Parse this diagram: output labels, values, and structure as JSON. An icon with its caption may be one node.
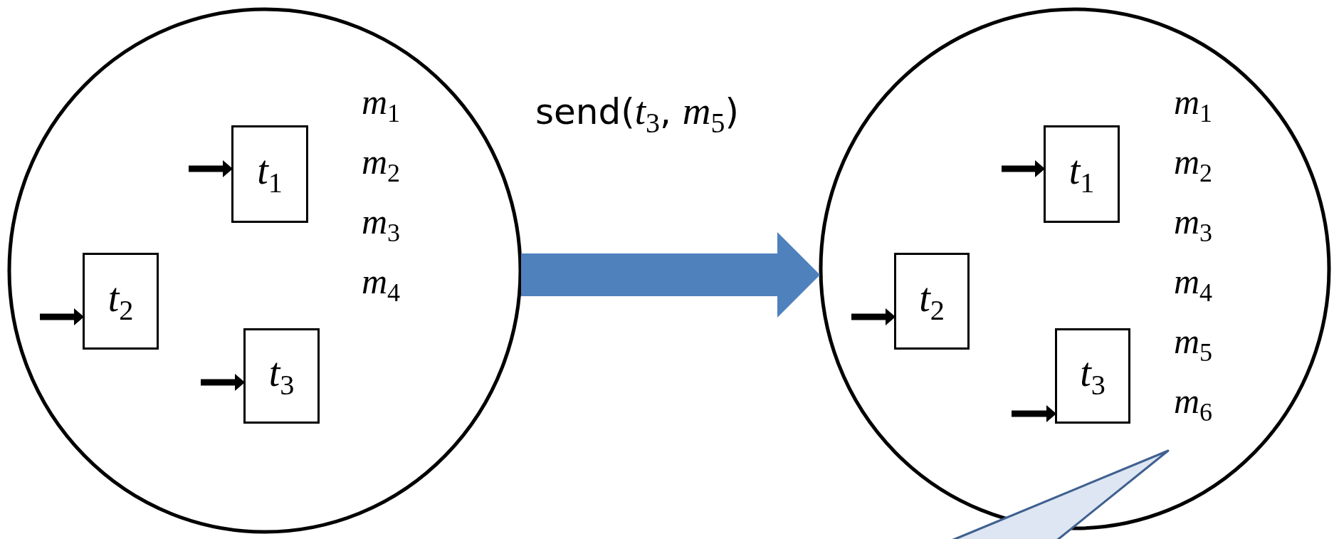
{
  "diagram": {
    "nodes": [
      {
        "text": [],
        "shape": "circle"
      },
      {
        "text": [
          "*t*$_{1}$"
        ],
        "in": 0
      },
      {
        "text": [
          "*t*$_{2}$"
        ],
        "in": 0
      },
      {
        "text": [
          "*t*$_{3}$"
        ],
        "in": 0
      },
      {
        "text": [],
        "shape": "circle"
      },
      {
        "text": [
          "*t*$_{1}$"
        ],
        "in": 4
      },
      {
        "text": [
          "*t*$_{2}$"
        ],
        "in": 4
      },
      {
        "text": [
          "*t*$_{3}$"
        ],
        "in": 4
      },
      {
        "text": [],
        "shape": "callout"
      }
    ],
    "edges": [
      {
        "from": null,
        "to": 1,
        "arrow": "to"
      },
      {
        "from": null,
        "to": 2,
        "arrow": "to"
      },
      {
        "from": null,
        "to": 3,
        "arrow": "to"
      },
      {
        "from": 0,
        "to": 4,
        "arrow": "to",
        "label": "send(*t*$_{3}$, *m*$_{5}$)",
        "style": "thick",
        "color": "#4f81bd"
      },
      {
        "from": null,
        "to": 5,
        "arrow": "to"
      },
      {
        "from": null,
        "to": 6,
        "arrow": "to"
      },
      {
        "from": null,
        "to": 7,
        "arrow": "to"
      }
    ],
    "labels": [
      "*m*$_{1}$",
      "*m*$_{2}$",
      "*m*$_{3}$",
      "*m*$_{4}$",
      "*m*$_{1}$",
      "*m*$_{2}$",
      "*m*$_{3}$",
      "*m*$_{4}$",
      "*m*$_{5}$",
      "*m*$_{6}$"
    ]
  }
}
